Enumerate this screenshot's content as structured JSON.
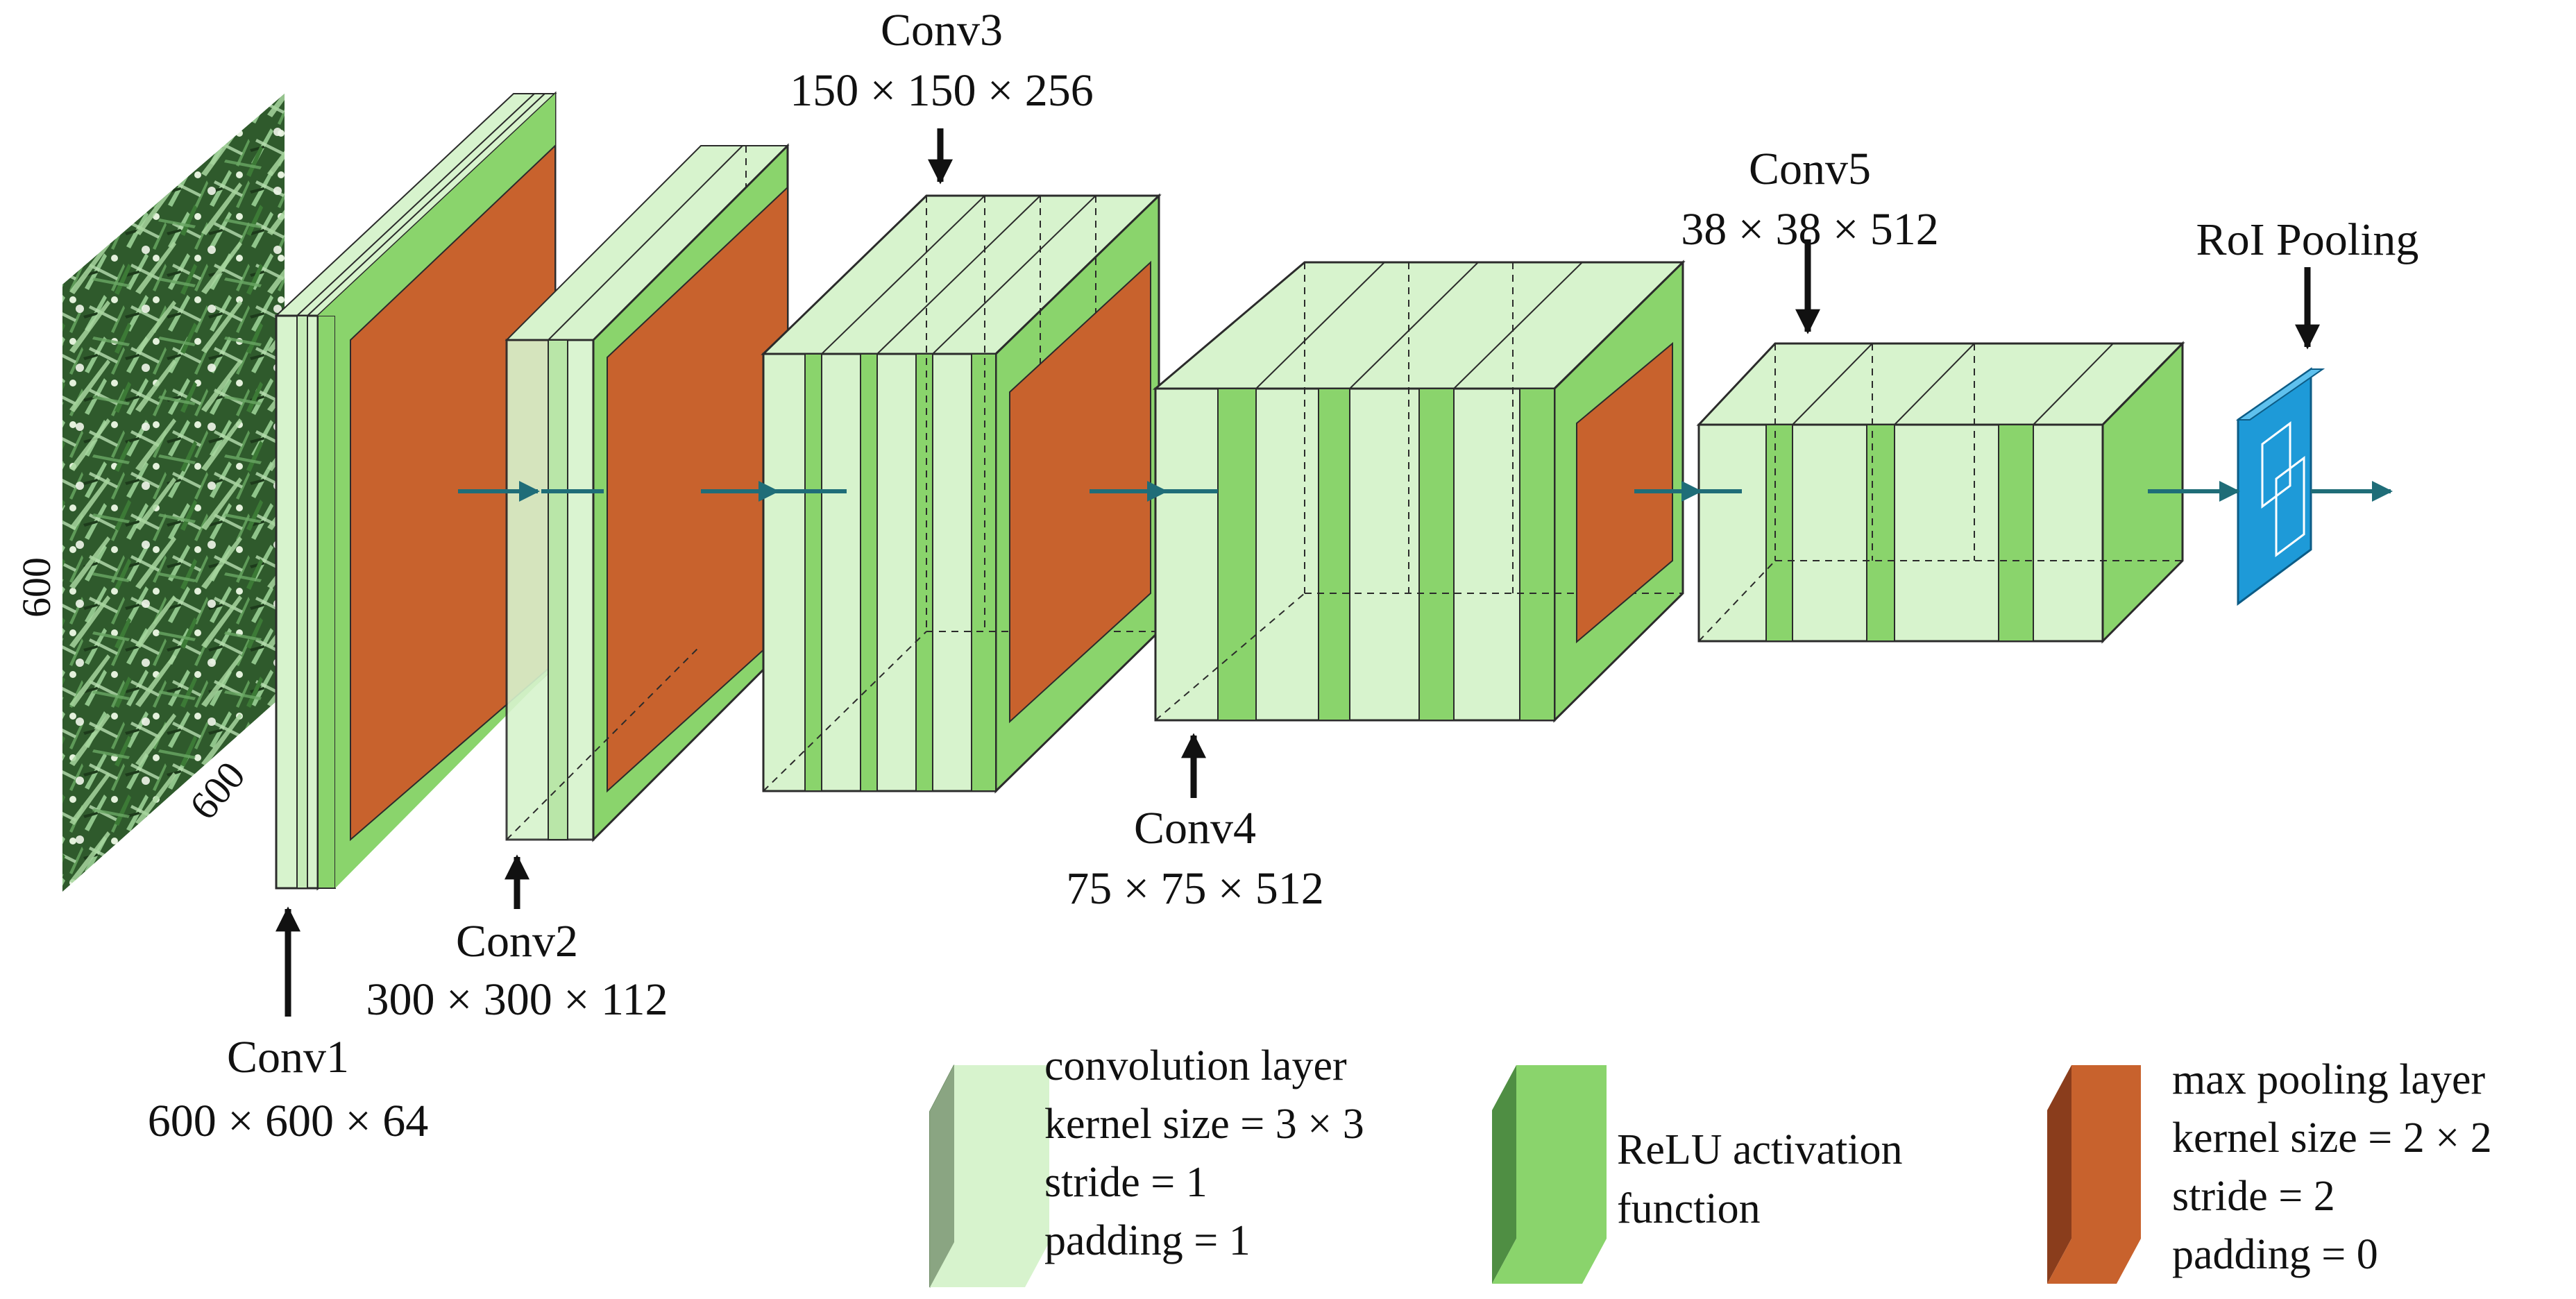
{
  "colors": {
    "conv_fill": "#d7f3cd",
    "relu_fill": "#8ad46c",
    "pool_fill": "#c8622d",
    "roi_fill": "#1e9ad8",
    "arrow_teal": "#1f6d78",
    "outline": "#2b2b2b"
  },
  "input_image": {
    "width_label": "600",
    "height_label": "600"
  },
  "layers": {
    "conv1": {
      "name": "Conv1",
      "dims": "600 × 600 × 64"
    },
    "conv2": {
      "name": "Conv2",
      "dims": "300 × 300 × 112"
    },
    "conv3": {
      "name": "Conv3",
      "dims": "150 × 150 × 256"
    },
    "conv4": {
      "name": "Conv4",
      "dims": "75 × 75 × 512"
    },
    "conv5": {
      "name": "Conv5",
      "dims": "38 × 38 × 512"
    },
    "roi": {
      "name": "RoI Pooling"
    }
  },
  "legend": {
    "conv": {
      "icon": "light-green-slab",
      "lines": [
        "convolution layer",
        "kernel size = 3 × 3",
        "stride = 1",
        "padding = 1"
      ]
    },
    "relu": {
      "icon": "green-slab",
      "lines": [
        "ReLU activation",
        "function"
      ]
    },
    "pool": {
      "icon": "orange-slab",
      "lines": [
        "max pooling layer",
        "kernel size = 2 × 2",
        "stride  = 2",
        "padding = 0"
      ]
    }
  }
}
